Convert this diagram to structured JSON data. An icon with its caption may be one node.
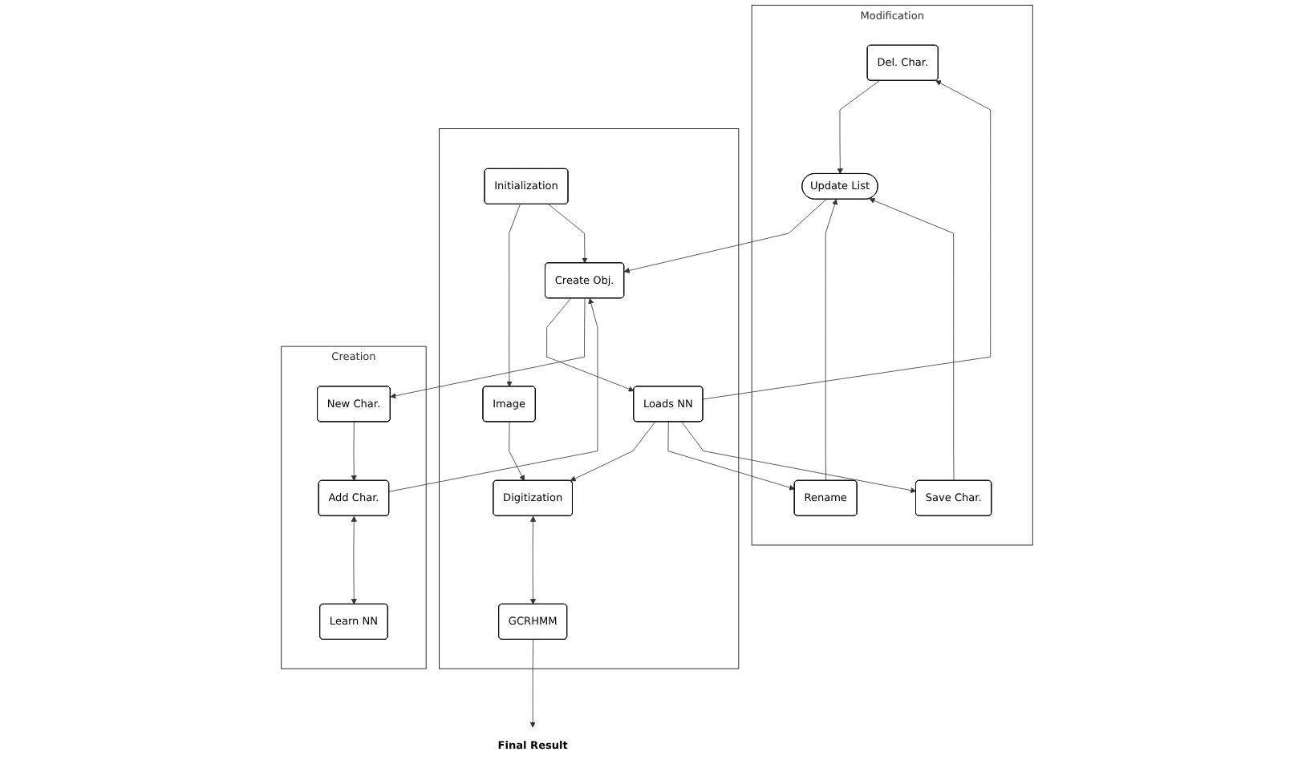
{
  "diagram": {
    "nodes": [
      {
        "text": [],
        "shape": "box"
      },
      {
        "text": [
          "Image"
        ],
        "in": 0
      },
      {
        "text": [
          "Initialization"
        ],
        "in": 0
      },
      {
        "text": [
          "Create Obj."
        ],
        "in": 0
      },
      {
        "text": [
          "Loads NN"
        ],
        "in": 0
      },
      {
        "text": [
          "Digitization"
        ],
        "in": 0
      },
      {
        "text": [
          "GCRHMM"
        ],
        "in": 0
      },
      {
        "text": [
          "Final Result"
        ]
      },
      {
        "text": [
          "Creation"
        ]
      },
      {
        "text": [
          "New Char."
        ],
        "in": 8
      },
      {
        "text": [
          "Add Char."
        ],
        "in": 8
      },
      {
        "text": [
          "Learn NN"
        ],
        "in": 8
      },
      {
        "text": [
          "Modification"
        ]
      },
      {
        "text": [
          "Del. Char."
        ],
        "in": 12
      },
      {
        "text": [
          "Rename"
        ],
        "in": 12
      },
      {
        "text": [
          "Save Char."
        ],
        "in": 12
      },
      {
        "text": [
          "Update List"
        ],
        "in": 12
      }
    ],
    "edges": [
      {
        "from": 2,
        "to": 1,
        "arrow": "to"
      },
      {
        "from": 2,
        "to": 3,
        "arrow": "to"
      },
      {
        "from": 3,
        "to": 4,
        "arrow": "to"
      },
      {
        "from": 1,
        "to": 5,
        "arrow": "to"
      },
      {
        "from": 4,
        "to": 5,
        "arrow": "to"
      },
      {
        "from": 5,
        "to": 6,
        "arrow": "both"
      },
      {
        "from": 6,
        "to": 7,
        "arrow": "to"
      },
      {
        "from": 3,
        "to": 9,
        "arrow": "to"
      },
      {
        "from": 9,
        "to": 10,
        "arrow": "to"
      },
      {
        "from": 10,
        "to": 3,
        "arrow": "to"
      },
      {
        "from": 10,
        "to": 11,
        "arrow": "both"
      },
      {
        "from": 4,
        "to": 13,
        "arrow": "to"
      },
      {
        "from": 4,
        "to": 14,
        "arrow": "to"
      },
      {
        "from": 4,
        "to": 15,
        "arrow": "to"
      },
      {
        "from": 13,
        "to": 16,
        "arrow": "to"
      },
      {
        "from": 14,
        "to": 16,
        "arrow": "to"
      },
      {
        "from": 15,
        "to": 16,
        "arrow": "to"
      },
      {
        "from": 16,
        "to": 3,
        "arrow": "to"
      }
    ]
  }
}
